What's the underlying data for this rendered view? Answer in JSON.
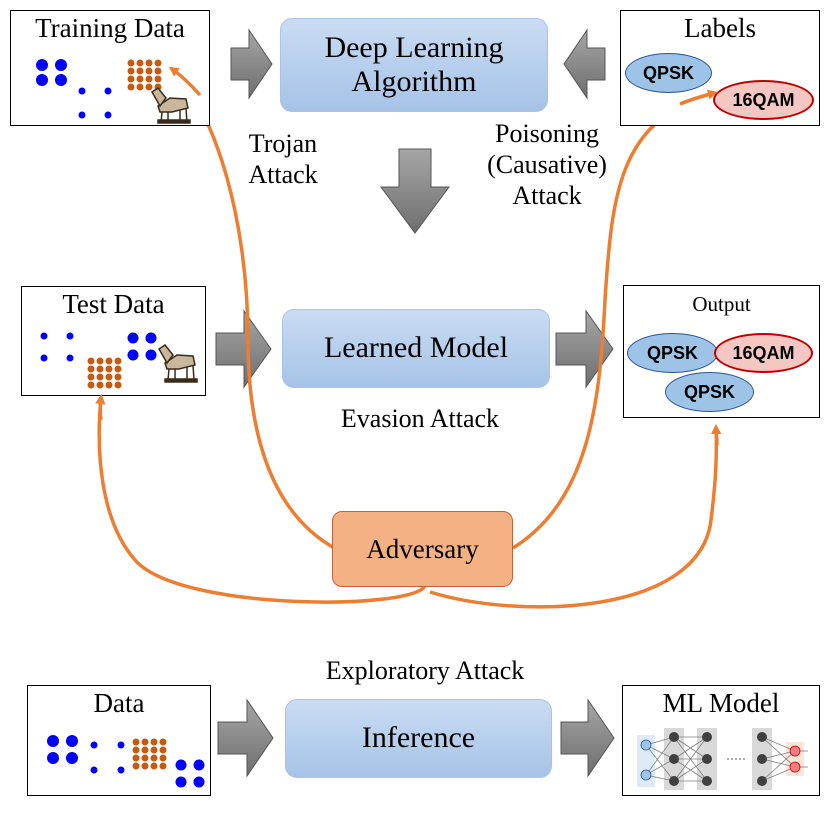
{
  "boxes": {
    "training": "Training Data",
    "labels": "Labels",
    "test": "Test Data",
    "output": "Output",
    "data": "Data",
    "ml_model": "ML Model"
  },
  "process": {
    "deep_learning_line1": "Deep Learning",
    "deep_learning_line2": "Algorithm",
    "learned_model": "Learned Model",
    "inference": "Inference",
    "adversary": "Adversary"
  },
  "class_labels": {
    "labels_qpsk": "QPSK",
    "labels_16qam": "16QAM",
    "output_qpsk_1": "QPSK",
    "output_16qam": "16QAM",
    "output_qpsk_2": "QPSK"
  },
  "attacks": {
    "trojan_line1": "Trojan",
    "trojan_line2": "Attack",
    "poisoning_line1": "Poisoning",
    "poisoning_line2": "(Causative)",
    "poisoning_line3": "Attack",
    "evasion": "Evasion Attack",
    "exploratory": "Exploratory Attack"
  },
  "colors": {
    "attack_arrow": "#ed7d31",
    "block_arrow": "#7f7f7f",
    "blue_cluster": "#0000ff",
    "orange_cluster": "#c55a11",
    "process_fill": "#b4cfee",
    "adversary_fill": "#f4b183"
  }
}
